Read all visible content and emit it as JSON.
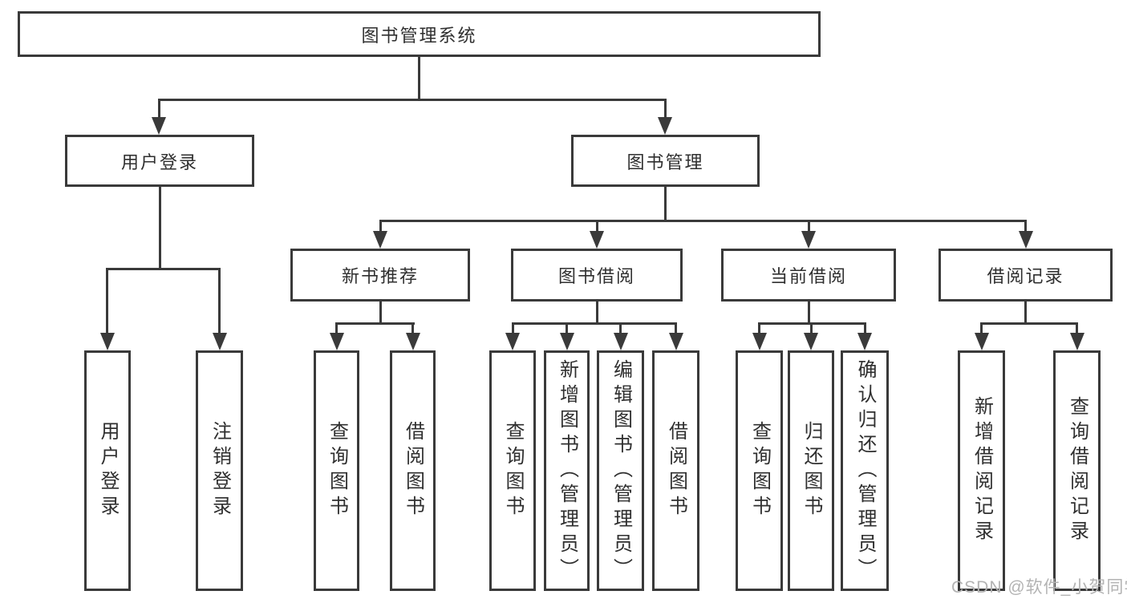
{
  "tree": {
    "root": "图书管理系统",
    "children": [
      {
        "label": "用户登录",
        "children": [
          "用户登录",
          "注销登录"
        ]
      },
      {
        "label": "图书管理",
        "children": [
          {
            "label": "新书推荐",
            "children": [
              "查询图书",
              "借阅图书"
            ]
          },
          {
            "label": "图书借阅",
            "children": [
              "查询图书",
              "新增图书（管理员）",
              "编辑图书（管理员）",
              "借阅图书"
            ]
          },
          {
            "label": "当前借阅",
            "children": [
              "查询图书",
              "归还图书",
              "确认归还（管理员）"
            ]
          },
          {
            "label": "借阅记录",
            "children": [
              "新增借阅记录",
              "查询借阅记录"
            ]
          }
        ]
      }
    ]
  },
  "watermark": {
    "text": "CSDN @软件_小贺同学"
  },
  "colors": {
    "line": "#3a3a3a",
    "text": "#2f2f2f",
    "watermark": "#b3b3b3",
    "bg": "#ffffff"
  }
}
